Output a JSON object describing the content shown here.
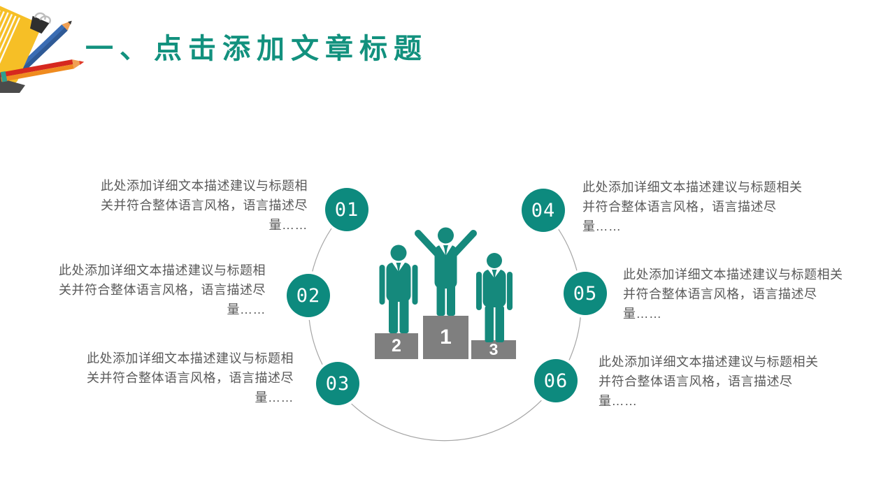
{
  "header": {
    "title": "一、点击添加文章标题"
  },
  "decoration": {
    "name": "stationery-clipart",
    "elements": [
      "yellow-notepad",
      "binder-clip",
      "blue-pencil",
      "red-pencil"
    ]
  },
  "diagram": {
    "items": [
      {
        "number": "01",
        "lines": [
          "此处添加详细文本描述建议与标题相",
          "关并符合整体语言风格，语言描述尽",
          "量……"
        ]
      },
      {
        "number": "02",
        "lines": [
          "此处添加详细文本描述建议与标题相",
          "关并符合整体语言风格，语言描述尽",
          "量……"
        ]
      },
      {
        "number": "03",
        "lines": [
          "此处添加详细文本描述建议与标题相",
          "关并符合整体语言风格，语言描述尽",
          "量……"
        ]
      },
      {
        "number": "04",
        "lines": [
          "此处添加详细文本描述建议与标题相关",
          "并符合整体语言风格，语言描述尽",
          "量……"
        ]
      },
      {
        "number": "05",
        "lines": [
          "此处添加详细文本描述建议与标题相关",
          "并符合整体语言风格，语言描述尽",
          "量……"
        ]
      },
      {
        "number": "06",
        "lines": [
          "此处添加详细文本描述建议与标题相关",
          "并符合整体语言风格，语言描述尽",
          "量……"
        ]
      }
    ],
    "podium": {
      "blocks": [
        {
          "rank": "2"
        },
        {
          "rank": "1"
        },
        {
          "rank": "3"
        }
      ]
    },
    "colors": {
      "accent_teal": "#0d8a7e",
      "title_teal": "#12917e",
      "figure_teal": "#15897c",
      "podium_gray": "#7f7f7f",
      "body_text": "#595959",
      "arc_line": "#a5a5a5"
    }
  }
}
